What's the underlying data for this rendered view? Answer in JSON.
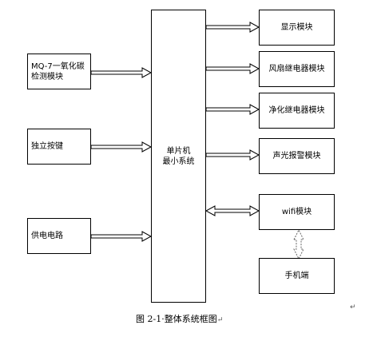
{
  "blocks": {
    "mcu": "单片机\n最小系统",
    "mq7": "MQ-7一氧化碳\n检测模块",
    "keys": "独立按键",
    "power": "供电电路",
    "display": "显示模块",
    "fan": "风扇继电器模块",
    "purify": "净化继电器模块",
    "alarm": "声光报警模块",
    "wifi": "wifi模块",
    "phone": "手机端"
  },
  "caption": "图 2-1·整体系统框图",
  "marks": {
    "paragraph": "↵",
    "corner": "↵"
  }
}
